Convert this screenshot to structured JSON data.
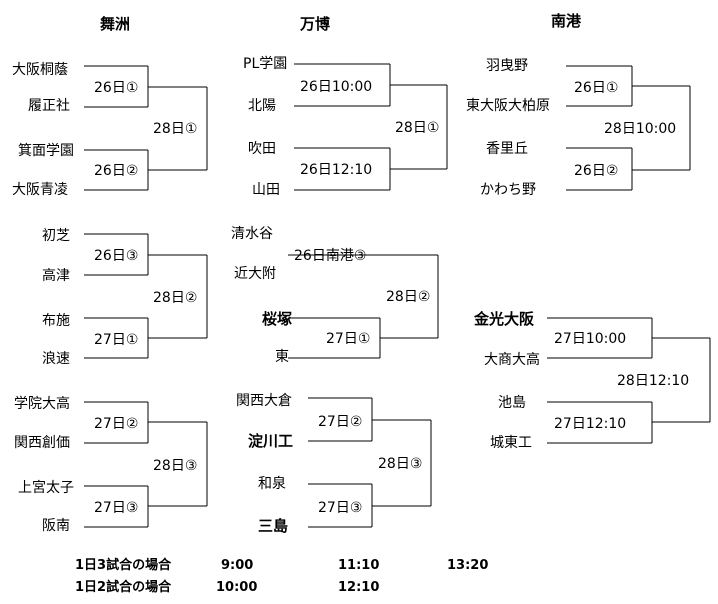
{
  "venues": {
    "maishima": "舞洲",
    "banpaku": "万博",
    "minamiko": "南港"
  },
  "teams": {
    "osaka_toin": "大阪桐蔭",
    "riseisha": "履正社",
    "minoo_gakuen": "箕面学園",
    "osaka_seiryo": "大阪青凌",
    "hatsushiba": "初芝",
    "takatsu": "高津",
    "fuse": "布施",
    "namiwa": "浪速",
    "gakuin_daitaka": "学院大高",
    "kansai_soka": "関西創価",
    "uenomiya_taishi": "上宮太子",
    "hannan": "阪南",
    "pl_gakuen": "PL学園",
    "hokuyo": "北陽",
    "suita": "吹田",
    "yamada": "山田",
    "shimizudani": "清水谷",
    "kindaifu": "近大附",
    "sakurazuka": "桜塚",
    "higashi": "東",
    "kansai_daiso": "関西大倉",
    "yodogawa_ko": "淀川工",
    "izumi": "和泉",
    "mishima": "三島",
    "habikino": "羽曳野",
    "higashi_osaka_kashiwara": "東大阪大柏原",
    "korigaoka": "香里丘",
    "kawachino": "かわち野",
    "konko_osaka": "金光大阪",
    "daisho_daitaka": "大商大高",
    "ikeda": "池島",
    "joto_ko": "城東工"
  },
  "matches": {
    "m1_r1a": "26日①",
    "m1_r1b": "26日②",
    "m1_r2": "28日①",
    "m2_r1a": "26日③",
    "m2_r1b": "27日①",
    "m2_r2": "28日②",
    "m3_r1a": "27日②",
    "m3_r1b": "27日③",
    "m3_r2": "28日③",
    "b1_r1a": "26日10:00",
    "b1_r1b": "26日12:10",
    "b1_r2": "28日①",
    "b2_r1": "26日南港③",
    "b2_r1b": "27日①",
    "b2_r2": "28日②",
    "b3_r1a": "27日②",
    "b3_r1b": "27日③",
    "b3_r2": "28日③",
    "n1_r1a": "26日①",
    "n1_r1b": "26日②",
    "n1_r2": "28日10:00",
    "n2_r1a": "27日10:00",
    "n2_r1b": "27日12:10",
    "n2_r2": "28日12:10"
  },
  "notes": {
    "row1_label": "1日3試合の場合",
    "row1_t1": "9:00",
    "row1_t2": "11:10",
    "row1_t3": "13:20",
    "row2_label": "1日2試合の場合",
    "row2_t1": "10:00",
    "row2_t2": "12:10"
  }
}
